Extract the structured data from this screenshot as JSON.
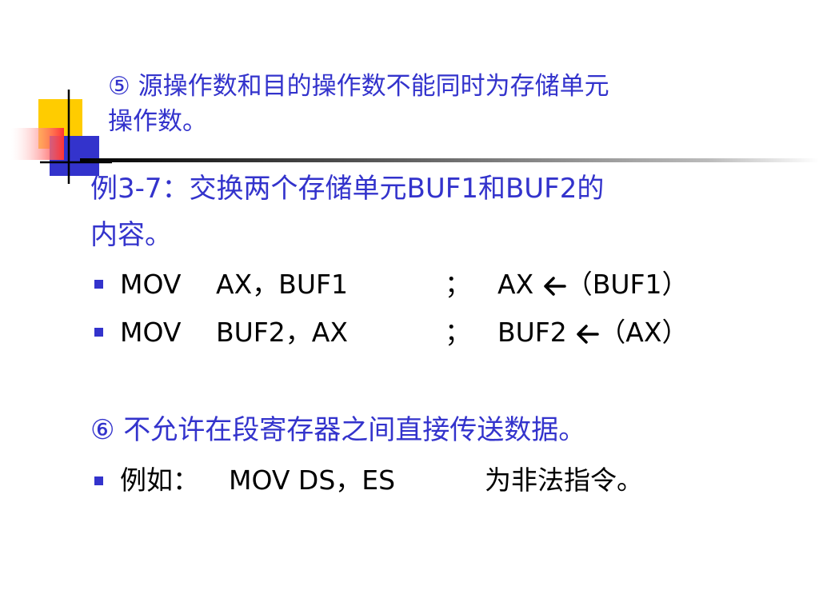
{
  "theme": {
    "accent": "#3333cc",
    "yellow": "#ffcc00",
    "red": "#ff3333",
    "blue": "#3333cc",
    "text": "#000000"
  },
  "title": {
    "line1": "⑤ 源操作数和目的操作数不能同时为存储单元",
    "line2": "操作数。"
  },
  "example": {
    "line1_prefix": "例",
    "line1_num": "3-7",
    "line1_mid": "：交换两个存储单元",
    "line1_buf1": "BUF1",
    "line1_and": "和",
    "line1_buf2": "BUF2",
    "line1_end": "的",
    "line2": "内容。"
  },
  "code": [
    {
      "op": "MOV",
      "args": "AX，BUF1",
      "sep": "；",
      "dest": "AX",
      "arrow_icon": "left-arrow-icon",
      "src": "（BUF1）"
    },
    {
      "op": "MOV",
      "args": "BUF2，AX",
      "sep": "；",
      "dest": "BUF2",
      "arrow_icon": "left-arrow-icon",
      "src": "（AX）"
    }
  ],
  "rule6": {
    "text": "⑥ 不允许在段寄存器之间直接传送数据。"
  },
  "example2": {
    "prefix": "例如：",
    "code": "MOV  DS，ES",
    "suffix": "为非法指令。"
  }
}
